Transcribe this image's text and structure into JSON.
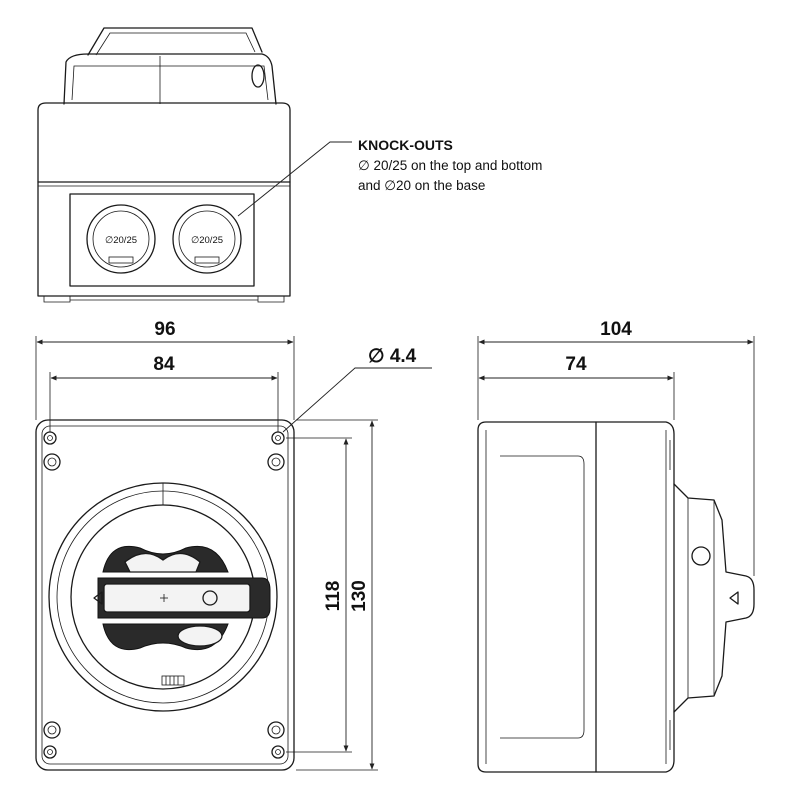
{
  "knockouts": {
    "title": "KNOCK-OUTS",
    "line1": "∅ 20/25 on the top and bottom",
    "line2": "and ∅20 on the base",
    "label": "∅20/25"
  },
  "dimensions": {
    "width_outer": "96",
    "width_inner": "84",
    "hole_diameter": "∅ 4.4",
    "height_inner": "118",
    "height_outer": "130",
    "depth_total": "104",
    "depth_body": "74"
  }
}
